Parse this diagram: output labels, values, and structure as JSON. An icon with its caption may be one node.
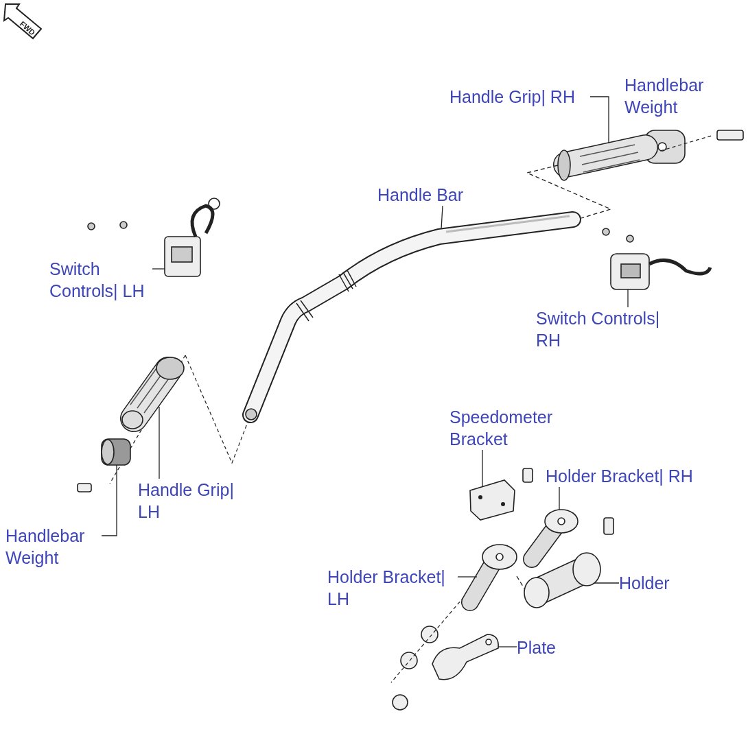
{
  "diagram": {
    "nodes": [
      {
        "text": [
          "Handle Grip| RH"
        ]
      },
      {
        "text": [],
        "shape": "picture"
      },
      {
        "text": [
          "Handle Bar"
        ]
      },
      {
        "text": [],
        "shape": "picture"
      },
      {
        "text": [
          "Switch Controls| LH"
        ]
      },
      {
        "text": [],
        "shape": "picture"
      },
      {
        "text": [
          "Switch Controls| RH"
        ]
      },
      {
        "text": [],
        "shape": "picture"
      },
      {
        "text": [
          "Handle Grip| LH"
        ]
      },
      {
        "text": [],
        "shape": "picture"
      },
      {
        "text": [
          "Handlebar Weight"
        ]
      },
      {
        "text": [],
        "shape": "picture"
      },
      {
        "text": [
          "Speedometer Bracket"
        ]
      },
      {
        "text": [],
        "shape": "picture"
      },
      {
        "text": [
          "Holder Bracket| RH"
        ]
      },
      {
        "text": [],
        "shape": "picture"
      },
      {
        "text": [
          "Holder Bracket| LH"
        ]
      },
      {
        "text": [],
        "shape": "picture"
      },
      {
        "text": [
          "Holder"
        ]
      },
      {
        "text": [],
        "shape": "picture"
      },
      {
        "text": [
          "Plate"
        ]
      },
      {
        "text": [],
        "shape": "picture"
      }
    ],
    "edges": [
      {
        "from": 0,
        "to": 1,
        "arrow": "none"
      },
      {
        "from": 2,
        "to": 3,
        "arrow": "none"
      },
      {
        "from": 4,
        "to": 5,
        "arrow": "none"
      },
      {
        "from": 6,
        "to": 7,
        "arrow": "none"
      },
      {
        "from": 8,
        "to": 9,
        "arrow": "none"
      },
      {
        "from": 10,
        "to": 11,
        "arrow": "none"
      },
      {
        "from": 12,
        "to": 13,
        "arrow": "none"
      },
      {
        "from": 14,
        "to": 15,
        "arrow": "none"
      },
      {
        "from": 16,
        "to": 17,
        "arrow": "none"
      },
      {
        "from": 18,
        "to": 19,
        "arrow": "none"
      },
      {
        "from": 20,
        "to": 21,
        "arrow": "none"
      },
      {
        "from": 1,
        "to": 3,
        "arrow": "none",
        "style": "dashed"
      },
      {
        "from": 17,
        "to": 19,
        "arrow": "none",
        "style": "dashed"
      }
    ],
    "labels": [
      "FWD",
      "Handlebar Weight"
    ]
  }
}
